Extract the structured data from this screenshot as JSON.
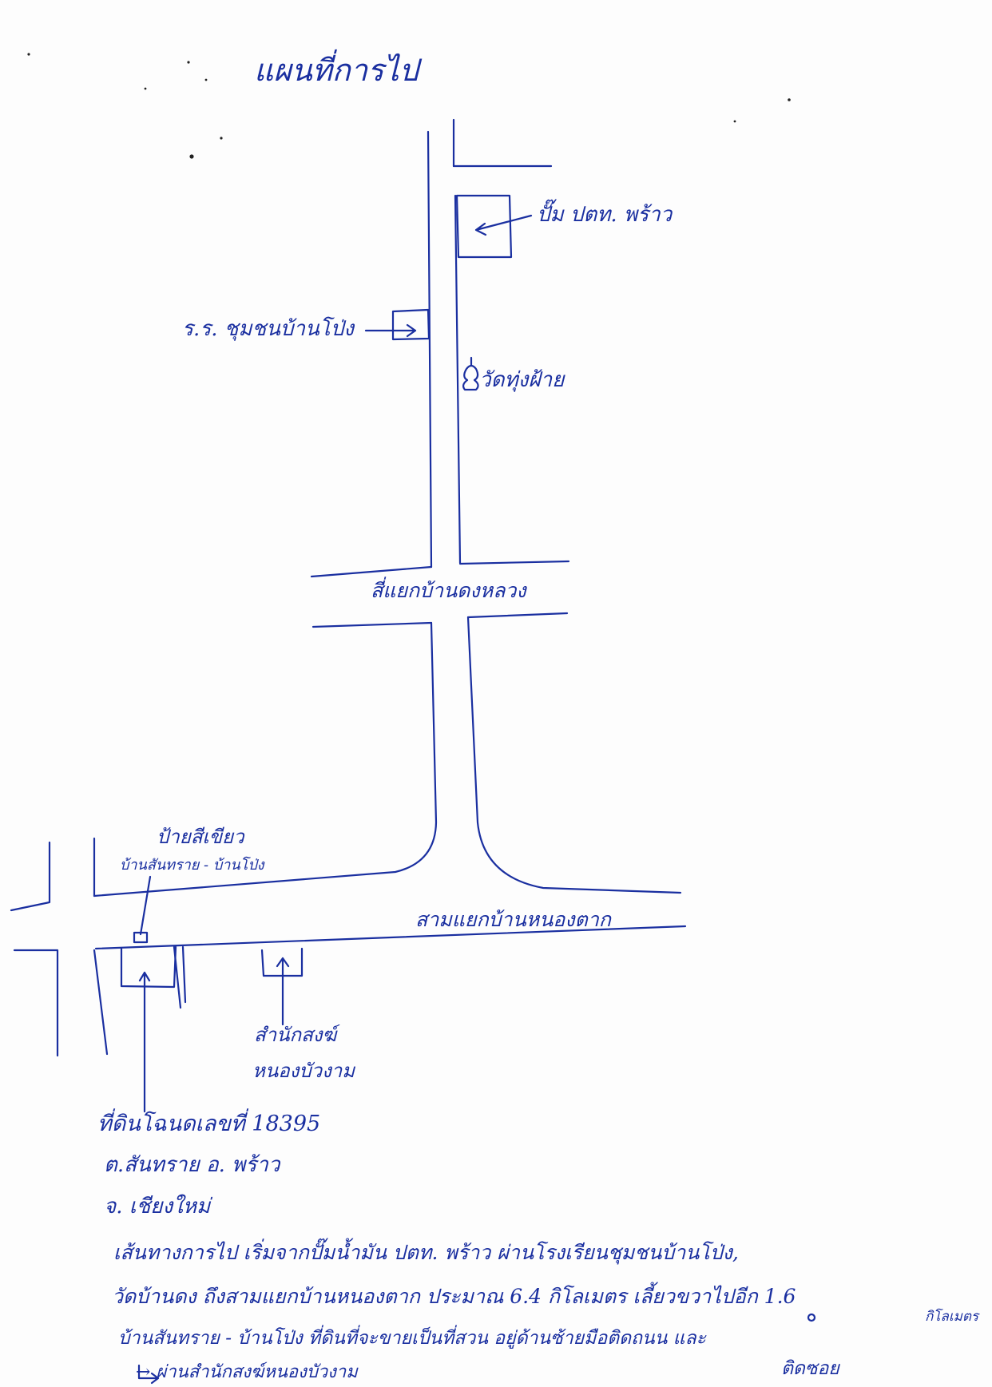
{
  "map": {
    "title": "แผนที่การไป",
    "landmarks": {
      "pump": "ปั๊ม ปตท. พร้าว",
      "school": "ร.ร. ชุมชนบ้านโป่ง",
      "temple": "วัดทุ่งฝ้าย",
      "junction_1": "สี่แยกบ้านดงหลวง",
      "sign_1": "ป้ายสีเขียว",
      "sign_2": "บ้านสันทราย - บ้านโป่ง",
      "junction_2": "สามแยกบ้านหนองตาก",
      "office_1": "สำนักสงฆ์",
      "office_2": "หนองบัวงาม"
    },
    "land": {
      "line1": "ที่ดินโฉนดเลขที่ 18395",
      "line2": "ต.สันทราย อ. พร้าว",
      "line3": "จ. เชียงใหม่"
    },
    "route": {
      "line1": "เส้นทางการไป เริ่มจากปั๊มน้ำมัน ปตท. พร้าว ผ่านโรงเรียนชุมชนบ้านโป่ง,",
      "line2": "วัดบ้านดง ถึงสามแยกบ้านหนองตาก ประมาณ 6.4 กิโลเมตร เลี้ยวขวาไปอีก 1.6",
      "line2_tail": "กิโลเมตร",
      "line3": "บ้านสันทราย - บ้านโป่ง ที่ดินที่จะขายเป็นที่สวน อยู่ด้านซ้ายมือติดถนน และ",
      "line4": "→ ผ่านสำนักสงฆ์หนองบัวงาม",
      "signature": "ติดซอย"
    }
  }
}
